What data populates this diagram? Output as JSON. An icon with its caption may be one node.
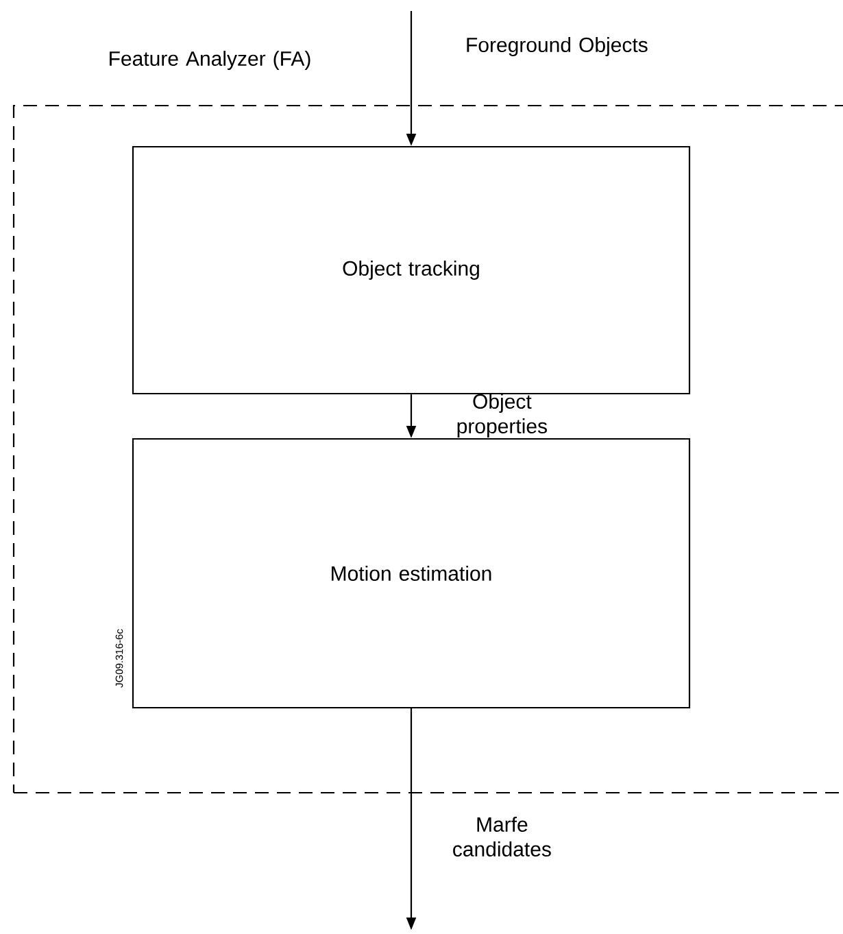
{
  "diagram": {
    "nodes": [
      {
        "text": [
          "Feature Analyzer (FA)"
        ]
      },
      {
        "text": [
          "Object tracking"
        ],
        "in": 0
      },
      {
        "text": [
          "Motion estimation"
        ],
        "in": 0
      }
    ],
    "edges": [
      {
        "from": null,
        "to": 1,
        "arrow": "to",
        "label": "Foreground Objects"
      },
      {
        "from": 1,
        "to": 2,
        "arrow": "to",
        "label": "Object properties"
      },
      {
        "from": 2,
        "to": null,
        "arrow": "to",
        "label": "Marfe candidates"
      }
    ],
    "labels": [
      "JG09.316-6c"
    ]
  }
}
